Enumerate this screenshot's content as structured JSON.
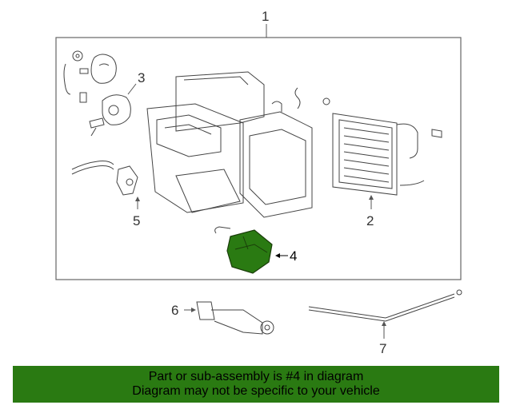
{
  "diagram": {
    "callouts": {
      "c1": "1",
      "c2": "2",
      "c3": "3",
      "c4": "4",
      "c5": "5",
      "c6": "6",
      "c7": "7"
    },
    "highlighted_part": "4",
    "highlight_color": "#2a7a12"
  },
  "banner": {
    "line1": "Part or sub-assembly is #4 in diagram",
    "line2": "Diagram may not be specific to your vehicle",
    "background": "#2a7a12"
  }
}
